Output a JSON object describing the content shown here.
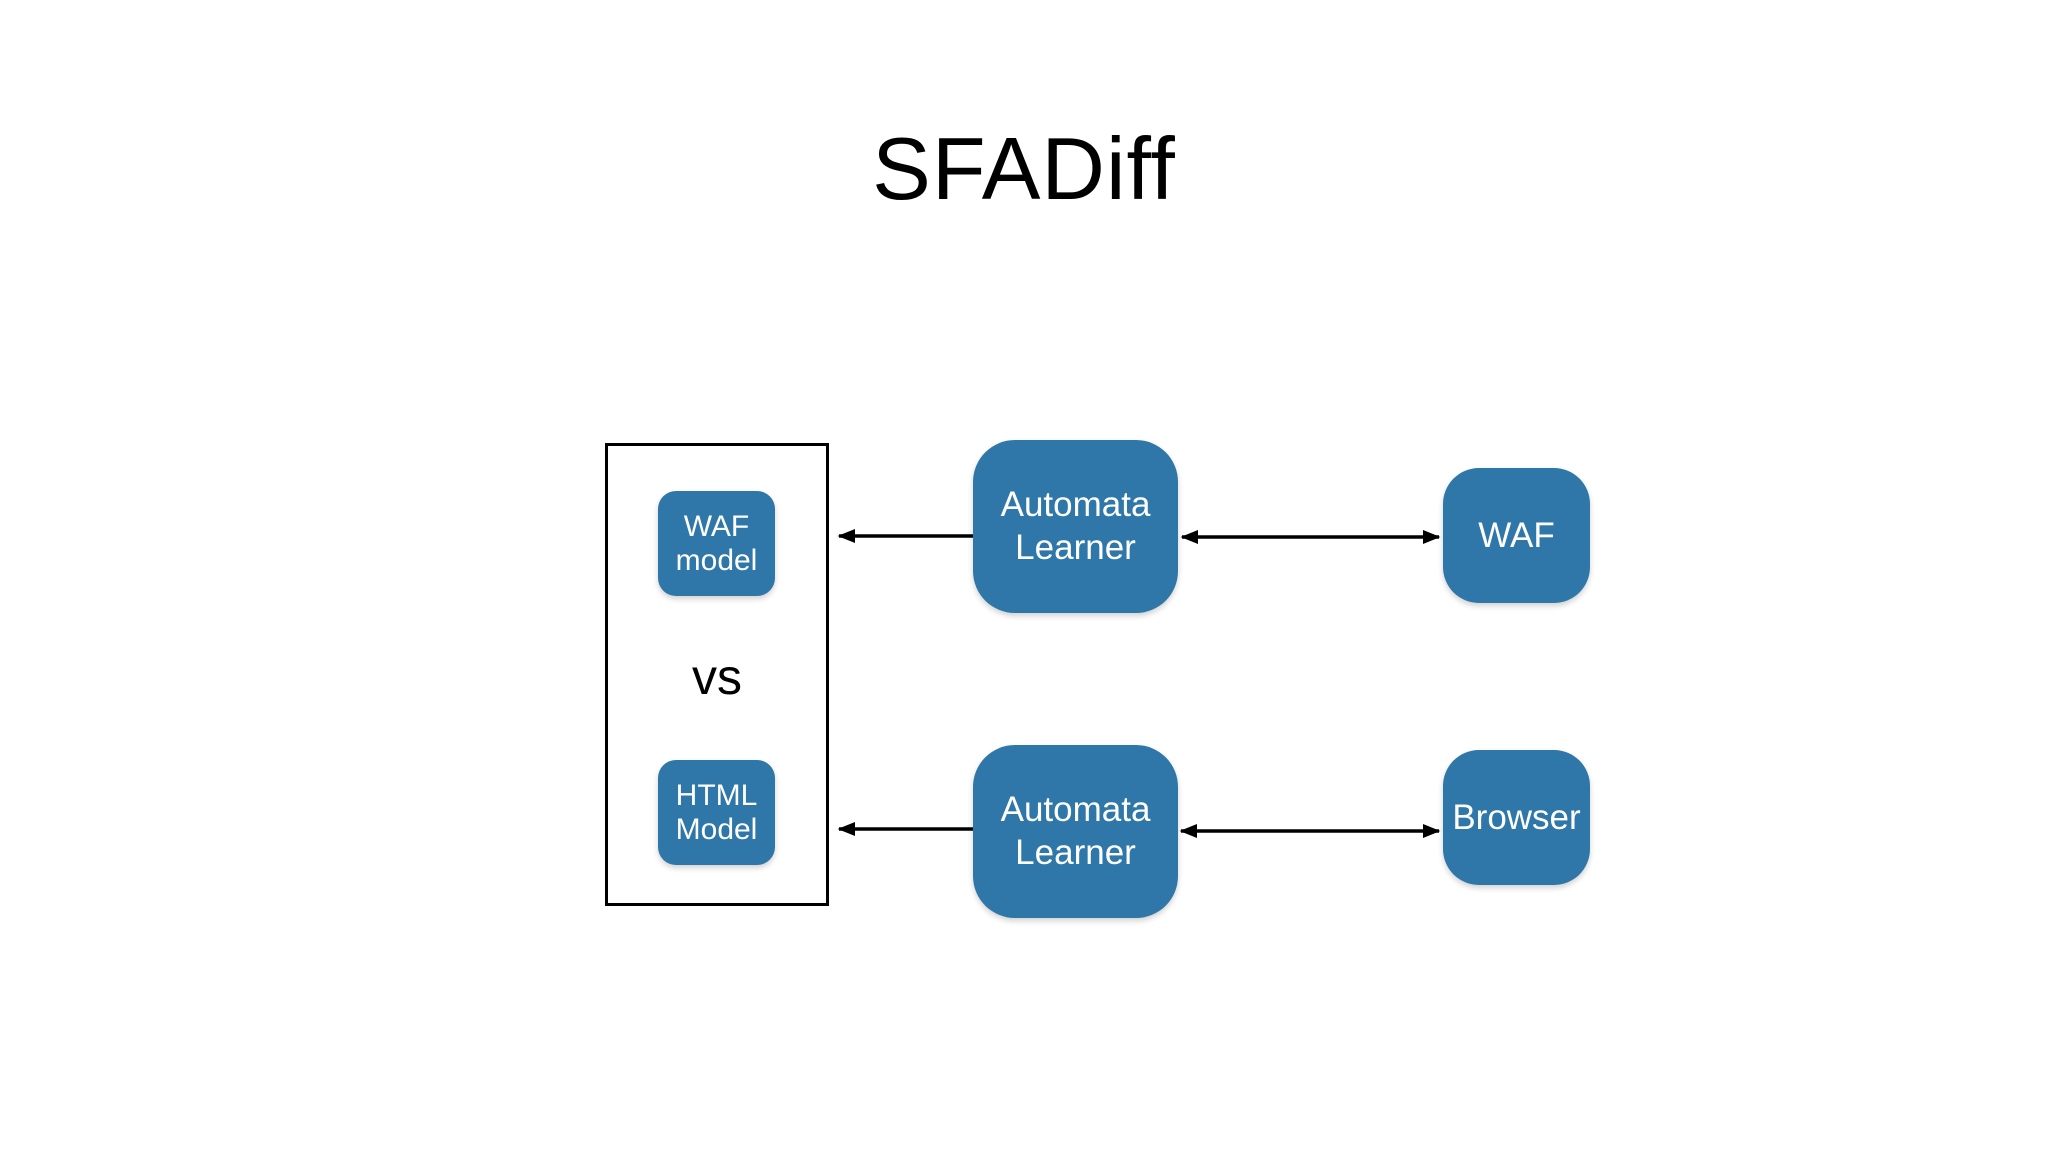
{
  "slide": {
    "title": "SFADiff",
    "background": "#FFFFFF"
  },
  "colors": {
    "node_fill": "#2E77A8",
    "node_text": "#FFFFFF",
    "panel_border": "#000000",
    "arrow": "#000000",
    "title_text": "#000000"
  },
  "panel": {
    "waf_model": {
      "line1": "WAF",
      "line2": "model"
    },
    "vs_label": "vs",
    "html_model": {
      "line1": "HTML",
      "line2": "Model"
    }
  },
  "nodes": {
    "automata_learner_top": {
      "line1": "Automata",
      "line2": "Learner"
    },
    "waf": {
      "label": "WAF"
    },
    "automata_learner_bottom": {
      "line1": "Automata",
      "line2": "Learner"
    },
    "browser": {
      "label": "Browser"
    }
  },
  "arrows": [
    {
      "from": "automata-learner-top",
      "to": "waf-model-panel",
      "direction": "single",
      "points": "left"
    },
    {
      "from": "automata-learner-top",
      "to": "waf",
      "direction": "double"
    },
    {
      "from": "automata-learner-bottom",
      "to": "html-model-panel",
      "direction": "single",
      "points": "left"
    },
    {
      "from": "automata-learner-bottom",
      "to": "browser",
      "direction": "double"
    }
  ]
}
